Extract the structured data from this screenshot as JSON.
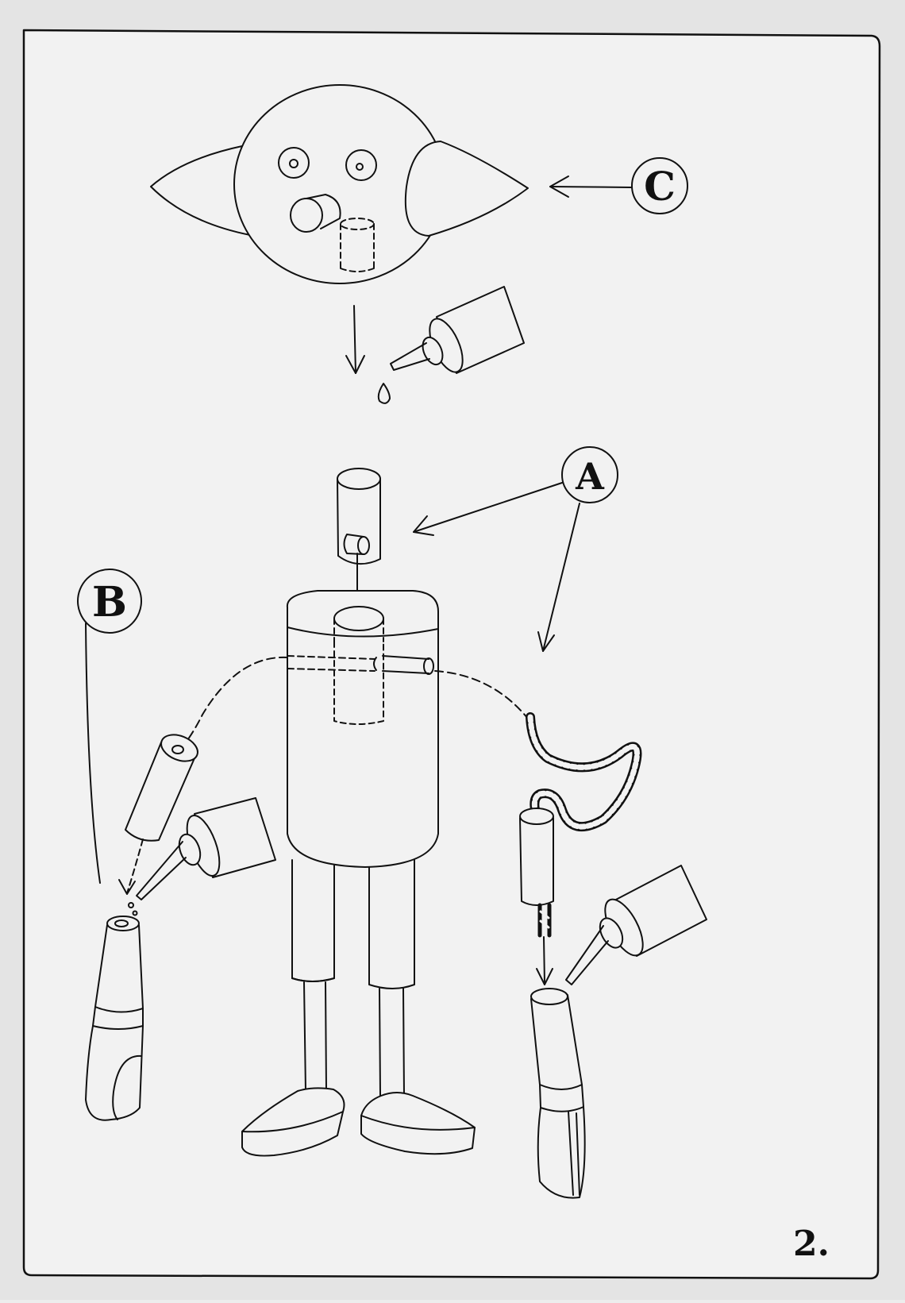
{
  "labels": {
    "a": "A",
    "b": "B",
    "c": "C"
  },
  "page_number": "2.",
  "colors": {
    "paper": "#f2f2f2",
    "ink": "#111111",
    "background": "#e4e4e4"
  }
}
